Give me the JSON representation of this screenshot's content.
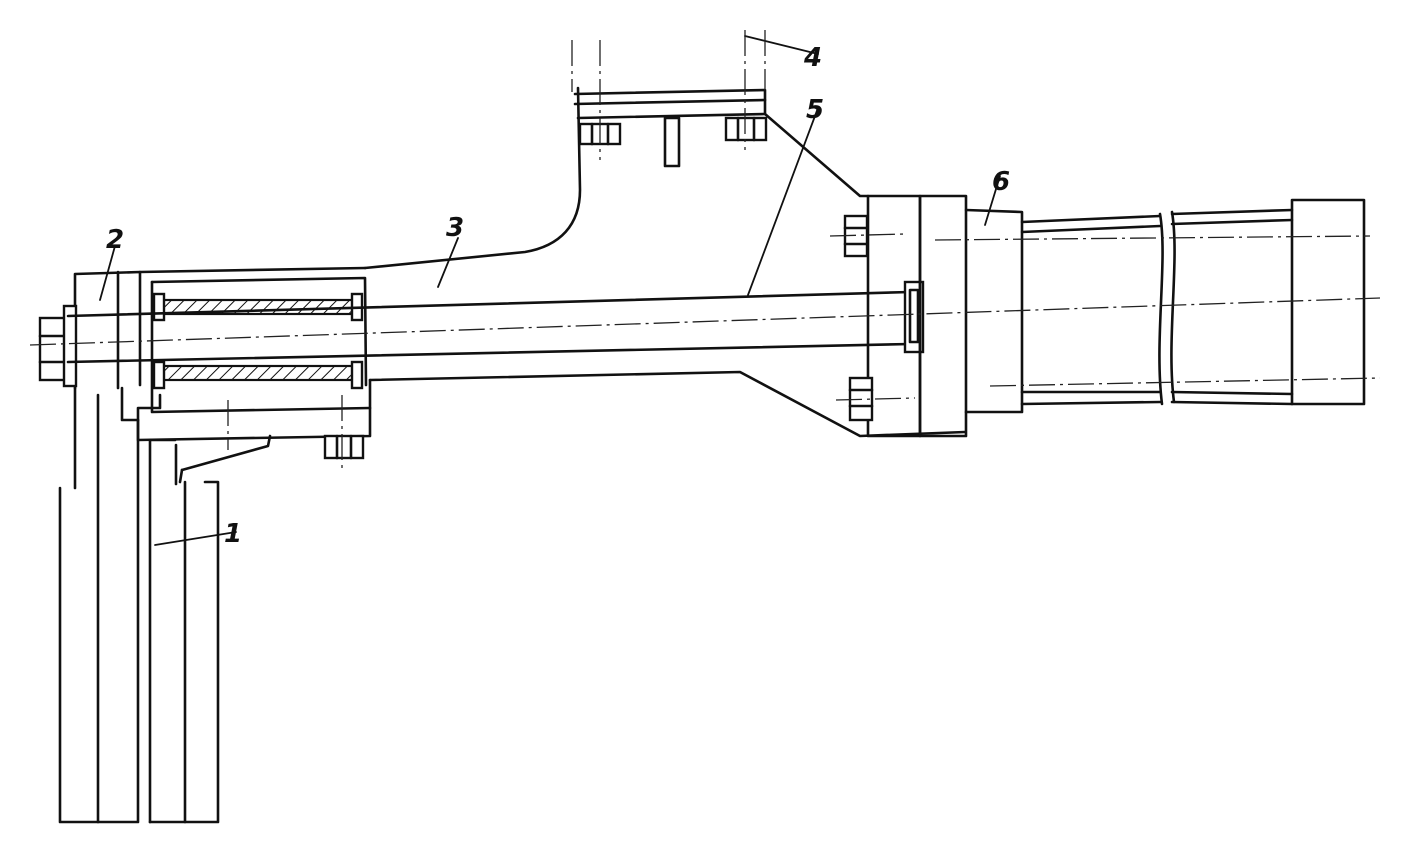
{
  "labels": {
    "part_1": "1",
    "part_2": "2",
    "part_3": "3",
    "part_4": "4",
    "part_5": "5",
    "part_6": "6"
  },
  "colors": {
    "line": "#111111",
    "background": "#ffffff"
  }
}
